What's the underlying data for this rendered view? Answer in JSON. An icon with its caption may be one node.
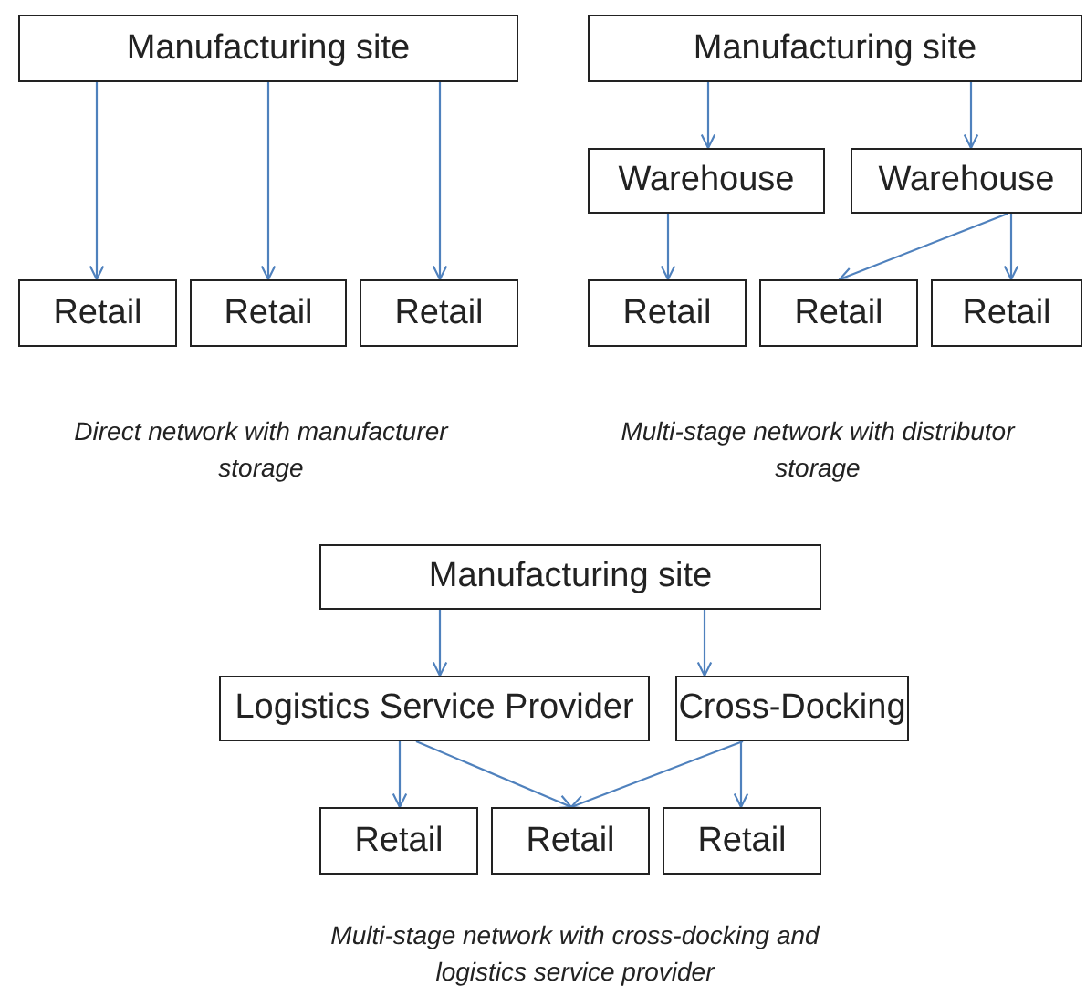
{
  "diagram": {
    "nodes": [
      {
        "text": [
          "Manufacturing site"
        ]
      },
      {
        "text": [
          "Retail"
        ]
      },
      {
        "text": [
          "Retail"
        ]
      },
      {
        "text": [
          "Retail"
        ]
      },
      {
        "text": [
          "Manufacturing site"
        ]
      },
      {
        "text": [
          "Warehouse"
        ]
      },
      {
        "text": [
          "Warehouse"
        ]
      },
      {
        "text": [
          "Retail"
        ]
      },
      {
        "text": [
          "Retail"
        ]
      },
      {
        "text": [
          "Retail"
        ]
      },
      {
        "text": [
          "Manufacturing site"
        ]
      },
      {
        "text": [
          "Logistics Service Provider"
        ]
      },
      {
        "text": [
          "Cross-Docking"
        ]
      },
      {
        "text": [
          "Retail"
        ]
      },
      {
        "text": [
          "Retail"
        ]
      },
      {
        "text": [
          "Retail"
        ]
      }
    ],
    "edges": [
      {
        "from": 0,
        "to": 1,
        "arrow": "to"
      },
      {
        "from": 0,
        "to": 2,
        "arrow": "to"
      },
      {
        "from": 0,
        "to": 3,
        "arrow": "to"
      },
      {
        "from": 4,
        "to": 5,
        "arrow": "to"
      },
      {
        "from": 4,
        "to": 6,
        "arrow": "to"
      },
      {
        "from": 5,
        "to": 7,
        "arrow": "to"
      },
      {
        "from": 6,
        "to": 8,
        "arrow": "to"
      },
      {
        "from": 6,
        "to": 9,
        "arrow": "to"
      },
      {
        "from": 10,
        "to": 11,
        "arrow": "to"
      },
      {
        "from": 10,
        "to": 12,
        "arrow": "to"
      },
      {
        "from": 11,
        "to": 13,
        "arrow": "to"
      },
      {
        "from": 11,
        "to": 14,
        "arrow": "to"
      },
      {
        "from": 12,
        "to": 14,
        "arrow": "to"
      },
      {
        "from": 12,
        "to": 15,
        "arrow": "to"
      }
    ],
    "labels": [
      "Direct network with manufacturer storage",
      "Multi-stage network with distributor storage",
      "Multi-stage network with cross-docking and logistics service provider"
    ]
  }
}
